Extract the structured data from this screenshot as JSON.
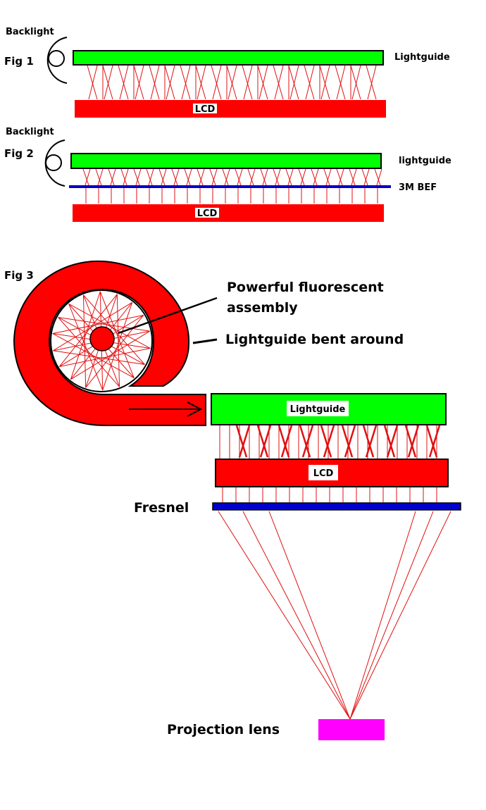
{
  "fig1": {
    "label": "Fig 1",
    "backlight": "Backlight",
    "lightguide": "Lightguide",
    "lcd": "LCD"
  },
  "fig2": {
    "label": "Fig 2",
    "backlight": "Backlight",
    "lightguide": "lightguide",
    "bef": "3M BEF",
    "lcd": "LCD"
  },
  "fig3": {
    "label": "Fig 3",
    "fluorescent_line1": "Powerful fluorescent",
    "fluorescent_line2": "assembly",
    "bent": "Lightguide bent around",
    "lightguide": "Lightguide",
    "lcd": "LCD",
    "fresnel": "Fresnel",
    "projection_lens": "Projection lens"
  },
  "colors": {
    "lightguide": "#00ff00",
    "lcd": "#ff0000",
    "bef": "#0000cc",
    "fresnel": "#0000cc",
    "ray": "#e01010",
    "projection_lens": "#ff00ff"
  },
  "icons": {
    "lamp": "circle-lamp-icon",
    "reflector": "semicircle-reflector-icon",
    "arrow": "right-arrow-icon"
  }
}
